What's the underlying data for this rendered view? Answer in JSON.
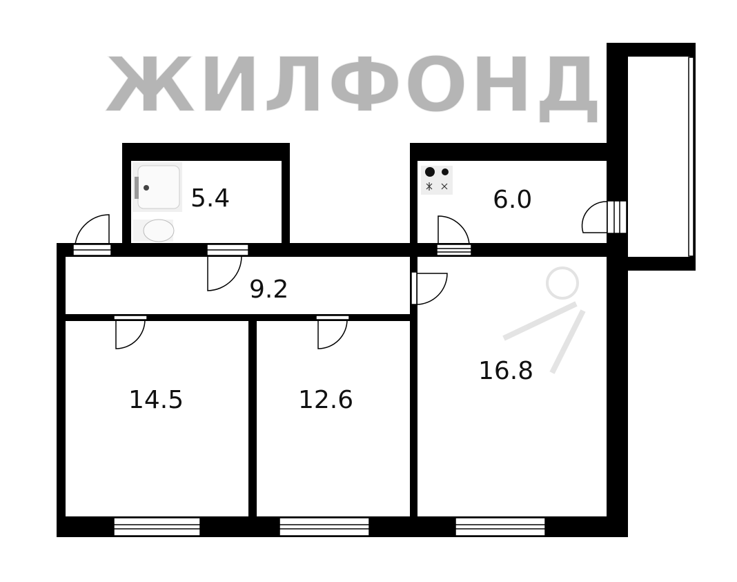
{
  "plan": {
    "rooms": [
      {
        "name": "bathroom",
        "area": "5.4"
      },
      {
        "name": "kitchen",
        "area": "6.0"
      },
      {
        "name": "hallway",
        "area": "9.2"
      },
      {
        "name": "room-left",
        "area": "14.5"
      },
      {
        "name": "room-middle",
        "area": "12.6"
      },
      {
        "name": "room-right",
        "area": "16.8"
      }
    ],
    "watermark": "ЖИЛФОНД",
    "colors": {
      "wall": "#000000",
      "fixture": "#eeeeee",
      "watermark": "#808080"
    }
  }
}
